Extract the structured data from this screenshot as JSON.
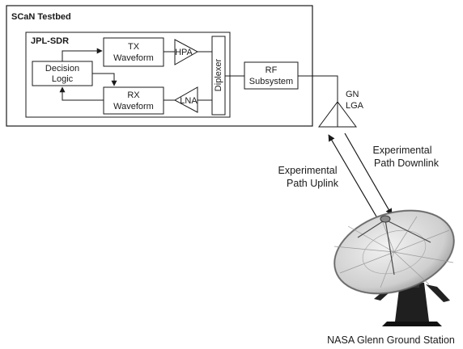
{
  "testbed": {
    "title": "SCaN Testbed"
  },
  "sdr": {
    "title": "JPL-SDR"
  },
  "blocks": {
    "tx_line1": "TX",
    "tx_line2": "Waveform",
    "rx_line1": "RX",
    "rx_line2": "Waveform",
    "decision_line1": "Decision",
    "decision_line2": "Logic",
    "hpa": "HPA",
    "lna": "LNA",
    "diplexer": "Diplexer",
    "rf_line1": "RF",
    "rf_line2": "Subsystem"
  },
  "antenna": {
    "line1": "GN",
    "line2": "LGA"
  },
  "paths": {
    "uplink_line1": "Experimental",
    "uplink_line2": "Path Uplink",
    "downlink_line1": "Experimental",
    "downlink_line2": "Path Downlink"
  },
  "station": {
    "label": "NASA Glenn Ground Station"
  },
  "colors": {
    "hpa_text": "#3a7bd5",
    "lna_text": "#3a7bd5",
    "dish_fill": "#d9d9d9"
  }
}
